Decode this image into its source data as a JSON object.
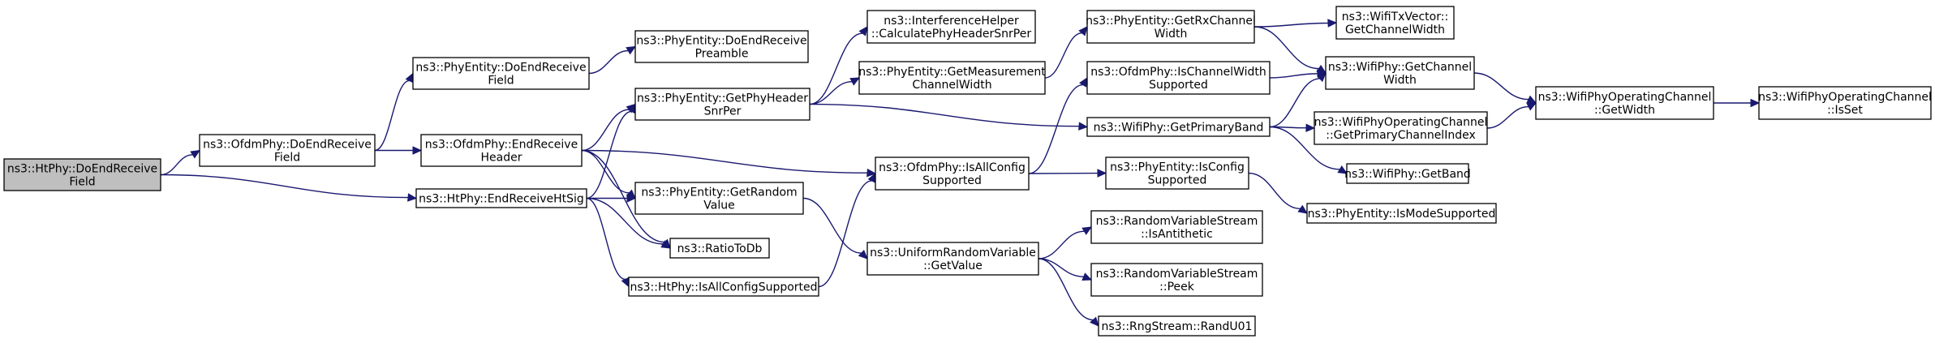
{
  "nodes": [
    {
      "id": "n0",
      "lines": [
        "ns3::HtPhy::DoEndReceive",
        "Field"
      ],
      "root": true
    },
    {
      "id": "n1",
      "lines": [
        "ns3::OfdmPhy::DoEndReceive",
        "Field"
      ]
    },
    {
      "id": "n2",
      "lines": [
        "ns3::HtPhy::EndReceiveHtSig"
      ]
    },
    {
      "id": "n3",
      "lines": [
        "ns3::PhyEntity::DoEndReceive",
        "Field"
      ]
    },
    {
      "id": "n4",
      "lines": [
        "ns3::OfdmPhy::EndReceive",
        "Header"
      ]
    },
    {
      "id": "n5",
      "lines": [
        "ns3::PhyEntity::DoEndReceive",
        "Preamble"
      ]
    },
    {
      "id": "n6",
      "lines": [
        "ns3::PhyEntity::GetPhyHeader",
        "SnrPer"
      ]
    },
    {
      "id": "n7",
      "lines": [
        "ns3::PhyEntity::GetRandom",
        "Value"
      ]
    },
    {
      "id": "n8",
      "lines": [
        "ns3::RatioToDb"
      ]
    },
    {
      "id": "n9",
      "lines": [
        "ns3::HtPhy::IsAllConfigSupported"
      ]
    },
    {
      "id": "n10",
      "lines": [
        "ns3::InterferenceHelper",
        "::CalculatePhyHeaderSnrPer"
      ]
    },
    {
      "id": "n11",
      "lines": [
        "ns3::PhyEntity::GetMeasurement",
        "ChannelWidth"
      ]
    },
    {
      "id": "n12",
      "lines": [
        "ns3::OfdmPhy::IsAllConfig",
        "Supported"
      ]
    },
    {
      "id": "n13",
      "lines": [
        "ns3::UniformRandomVariable",
        "::GetValue"
      ]
    },
    {
      "id": "n14",
      "lines": [
        "ns3::PhyEntity::GetRxChannel",
        "Width"
      ]
    },
    {
      "id": "n15",
      "lines": [
        "ns3::OfdmPhy::IsChannelWidth",
        "Supported"
      ]
    },
    {
      "id": "n16",
      "lines": [
        "ns3::WifiPhy::GetPrimaryBand"
      ]
    },
    {
      "id": "n17",
      "lines": [
        "ns3::PhyEntity::IsConfig",
        "Supported"
      ]
    },
    {
      "id": "n18",
      "lines": [
        "ns3::RandomVariableStream",
        "::IsAntithetic"
      ]
    },
    {
      "id": "n19",
      "lines": [
        "ns3::RandomVariableStream",
        "::Peek"
      ]
    },
    {
      "id": "n20",
      "lines": [
        "ns3::RngStream::RandU01"
      ]
    },
    {
      "id": "n21",
      "lines": [
        "ns3::WifiTxVector::",
        "GetChannelWidth"
      ]
    },
    {
      "id": "n22",
      "lines": [
        "ns3::WifiPhy::GetChannel",
        "Width"
      ]
    },
    {
      "id": "n23",
      "lines": [
        "ns3::WifiPhyOperatingChannel",
        "::GetPrimaryChannelIndex"
      ]
    },
    {
      "id": "n24",
      "lines": [
        "ns3::WifiPhy::GetBand"
      ]
    },
    {
      "id": "n25",
      "lines": [
        "ns3::PhyEntity::IsModeSupported"
      ]
    },
    {
      "id": "n26",
      "lines": [
        "ns3::WifiPhyOperatingChannel",
        "::GetWidth"
      ]
    },
    {
      "id": "n27",
      "lines": [
        "ns3::WifiPhyOperatingChannel",
        "::IsSet"
      ]
    }
  ],
  "edges": [
    {
      "from": "n0",
      "to": "n1"
    },
    {
      "from": "n0",
      "to": "n2"
    },
    {
      "from": "n1",
      "to": "n3"
    },
    {
      "from": "n1",
      "to": "n4"
    },
    {
      "from": "n3",
      "to": "n5"
    },
    {
      "from": "n4",
      "to": "n6"
    },
    {
      "from": "n4",
      "to": "n7"
    },
    {
      "from": "n4",
      "to": "n8"
    },
    {
      "from": "n4",
      "to": "n12"
    },
    {
      "from": "n2",
      "to": "n6"
    },
    {
      "from": "n2",
      "to": "n7"
    },
    {
      "from": "n2",
      "to": "n8"
    },
    {
      "from": "n2",
      "to": "n9"
    },
    {
      "from": "n6",
      "to": "n10"
    },
    {
      "from": "n6",
      "to": "n11"
    },
    {
      "from": "n6",
      "to": "n16"
    },
    {
      "from": "n7",
      "to": "n13"
    },
    {
      "from": "n9",
      "to": "n12"
    },
    {
      "from": "n11",
      "to": "n14"
    },
    {
      "from": "n12",
      "to": "n15"
    },
    {
      "from": "n12",
      "to": "n17"
    },
    {
      "from": "n13",
      "to": "n18"
    },
    {
      "from": "n13",
      "to": "n19"
    },
    {
      "from": "n13",
      "to": "n20"
    },
    {
      "from": "n14",
      "to": "n21"
    },
    {
      "from": "n14",
      "to": "n22"
    },
    {
      "from": "n15",
      "to": "n22"
    },
    {
      "from": "n16",
      "to": "n22"
    },
    {
      "from": "n16",
      "to": "n23"
    },
    {
      "from": "n16",
      "to": "n24"
    },
    {
      "from": "n17",
      "to": "n25"
    },
    {
      "from": "n22",
      "to": "n26"
    },
    {
      "from": "n23",
      "to": "n26"
    },
    {
      "from": "n26",
      "to": "n27"
    }
  ]
}
